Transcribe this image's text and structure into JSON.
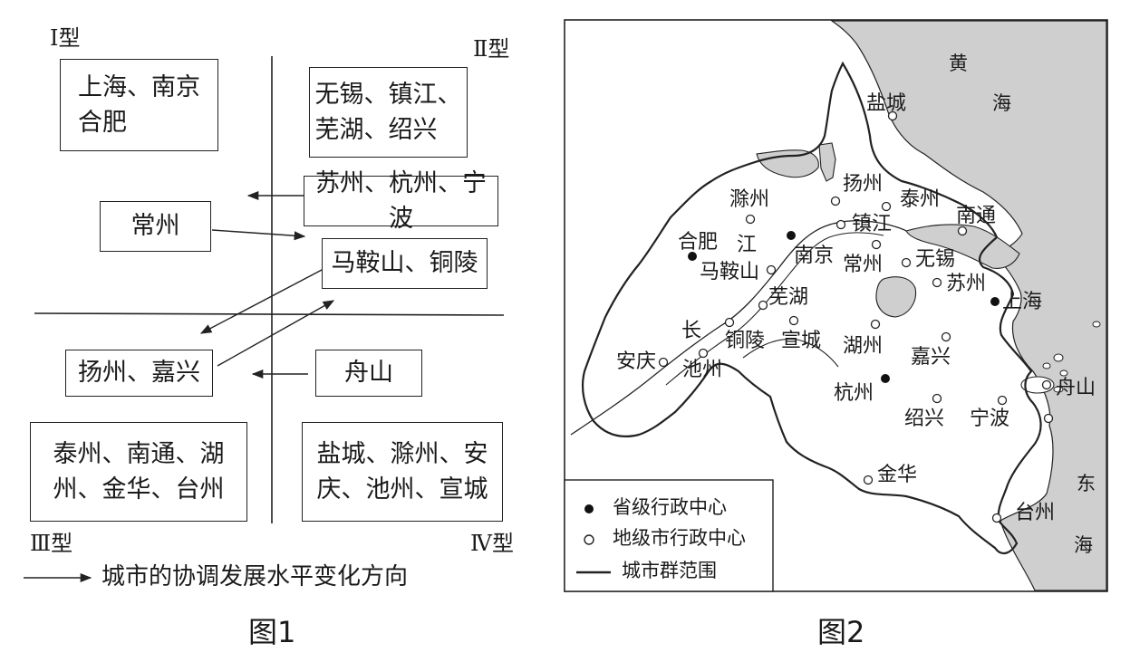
{
  "figure1": {
    "types": {
      "type1": "Ⅰ型",
      "type2": "Ⅱ型",
      "type3": "Ⅲ型",
      "type4": "Ⅳ型"
    },
    "boxes": {
      "shanghai_nanjing_hefei": [
        "上海、南京",
        "合肥"
      ],
      "wuxi_zhenjiang_wuhu_shaoxing": [
        "无锡、镇江、",
        "芜湖、绍兴"
      ],
      "suzhou_hangzhou_ningbo": [
        "苏州、杭州、宁波"
      ],
      "changzhou": [
        "常州"
      ],
      "maanshan_tongling": [
        "马鞍山、铜陵"
      ],
      "yangzhou_jiaxing": [
        "扬州、嘉兴"
      ],
      "zhoushan": [
        "舟山"
      ],
      "taizhou_nantong_huzhou_jinhua_taizhou": [
        "泰州、南通、湖",
        "州、金华、台州"
      ],
      "yancheng_chuzhou_anqing_chizhou_xuancheng": [
        "盐城、滁州、安",
        "庆、池州、宣城"
      ]
    },
    "legend": "城市的协调发展水平变化方向",
    "caption": "图1"
  },
  "figure2": {
    "seas": {
      "huang_1": "黄",
      "huang_2": "海",
      "dong_1": "东",
      "dong_2": "海"
    },
    "river": {
      "chang": "长",
      "jiang": "江"
    },
    "cities": {
      "yancheng": "盐城",
      "yangzhou": "扬州",
      "taizhou_js": "泰州",
      "nantong": "南通",
      "chuzhou": "滁州",
      "zhenjiang": "镇江",
      "hefei": "合肥",
      "nanjing": "南京",
      "changzhou": "常州",
      "wuxi": "无锡",
      "suzhou": "苏州",
      "shanghai": "上海",
      "maanshan": "马鞍山",
      "wuhu": "芜湖",
      "tongling": "铜陵",
      "xuancheng": "宣城",
      "huzhou": "湖州",
      "jiaxing": "嘉兴",
      "anqing": "安庆",
      "chizhou": "池州",
      "hangzhou": "杭州",
      "zhoushan": "舟山",
      "shaoxing": "绍兴",
      "ningbo": "宁波",
      "jinhua": "金华",
      "taizhou_zj": "台州"
    },
    "legend": {
      "provincial": "省级行政中心",
      "prefectural": "地级市行政中心",
      "boundary": "城市群范围"
    },
    "caption": "图2"
  },
  "colors": {
    "sea_fill": "#cfcfcf",
    "lake_fill": "#cfcfcf",
    "line": "#222222"
  }
}
